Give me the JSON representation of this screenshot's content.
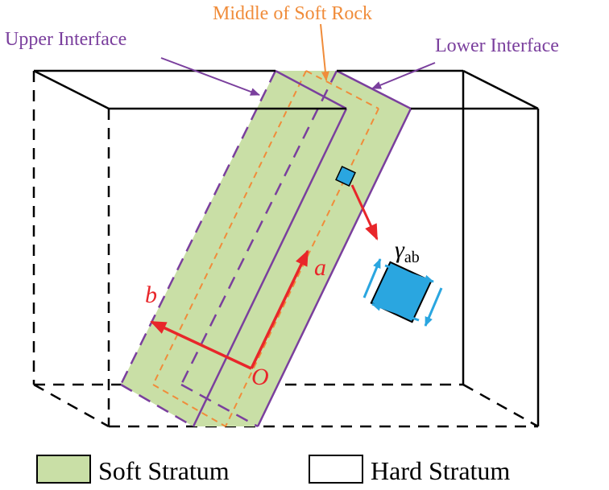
{
  "labels": {
    "upper_interface": "Upper Interface",
    "middle_soft_rock": "Middle of Soft Rock",
    "lower_interface": "Lower Interface",
    "axis_a": "a",
    "axis_b": "b",
    "origin": "O",
    "shear_symbol": "γ",
    "shear_subscript": "ab"
  },
  "legend": {
    "soft_stratum": "Soft Stratum",
    "hard_stratum": "Hard Stratum"
  },
  "colors": {
    "soft_fill": "#c9dfa6",
    "interface_purple": "#7a3f9d",
    "middle_orange": "#f08c3a",
    "axis_red": "#e8262a",
    "element_blue": "#2aa6e0",
    "box_black": "#000000"
  }
}
